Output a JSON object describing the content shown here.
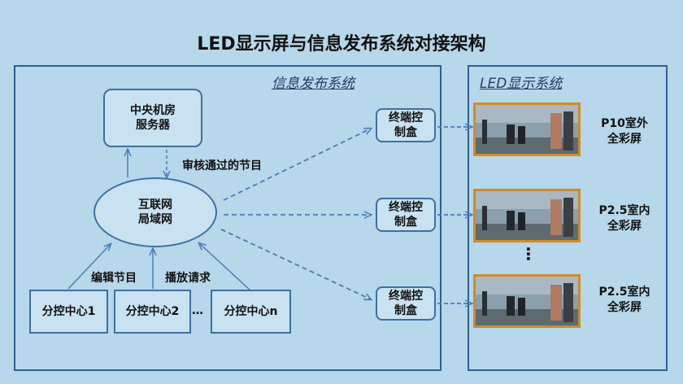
{
  "title": "LED显示屏与信息发布系统对接架构",
  "panels": {
    "info_system": "信息发布系统",
    "led_system": "LED显示系统"
  },
  "nodes": {
    "server": [
      "中央机房",
      "服务器"
    ],
    "lan": [
      "互联网",
      "局域网"
    ],
    "sub_centers": [
      "分控中心1",
      "分控中心2",
      "分控中心n"
    ],
    "sub_center_ellipsis": "…",
    "terminals": [
      [
        "终端控",
        "制盒"
      ],
      [
        "终端控",
        "制盒"
      ],
      [
        "终端控",
        "制盒"
      ]
    ]
  },
  "edge_labels": {
    "approved": "审核通过的节目",
    "edit": "编辑节目",
    "play_request": "播放请求"
  },
  "screens": [
    [
      "P10室外",
      "全彩屏"
    ],
    [
      "P2.5室内",
      "全彩屏"
    ],
    [
      "P2.5室内",
      "全彩屏"
    ]
  ],
  "screen_ellipsis": "⋮",
  "colors": {
    "background": "#b7d7ea",
    "line": "#4a7db5",
    "frame": "#2f5f93",
    "screen_border": "#d38b24"
  }
}
